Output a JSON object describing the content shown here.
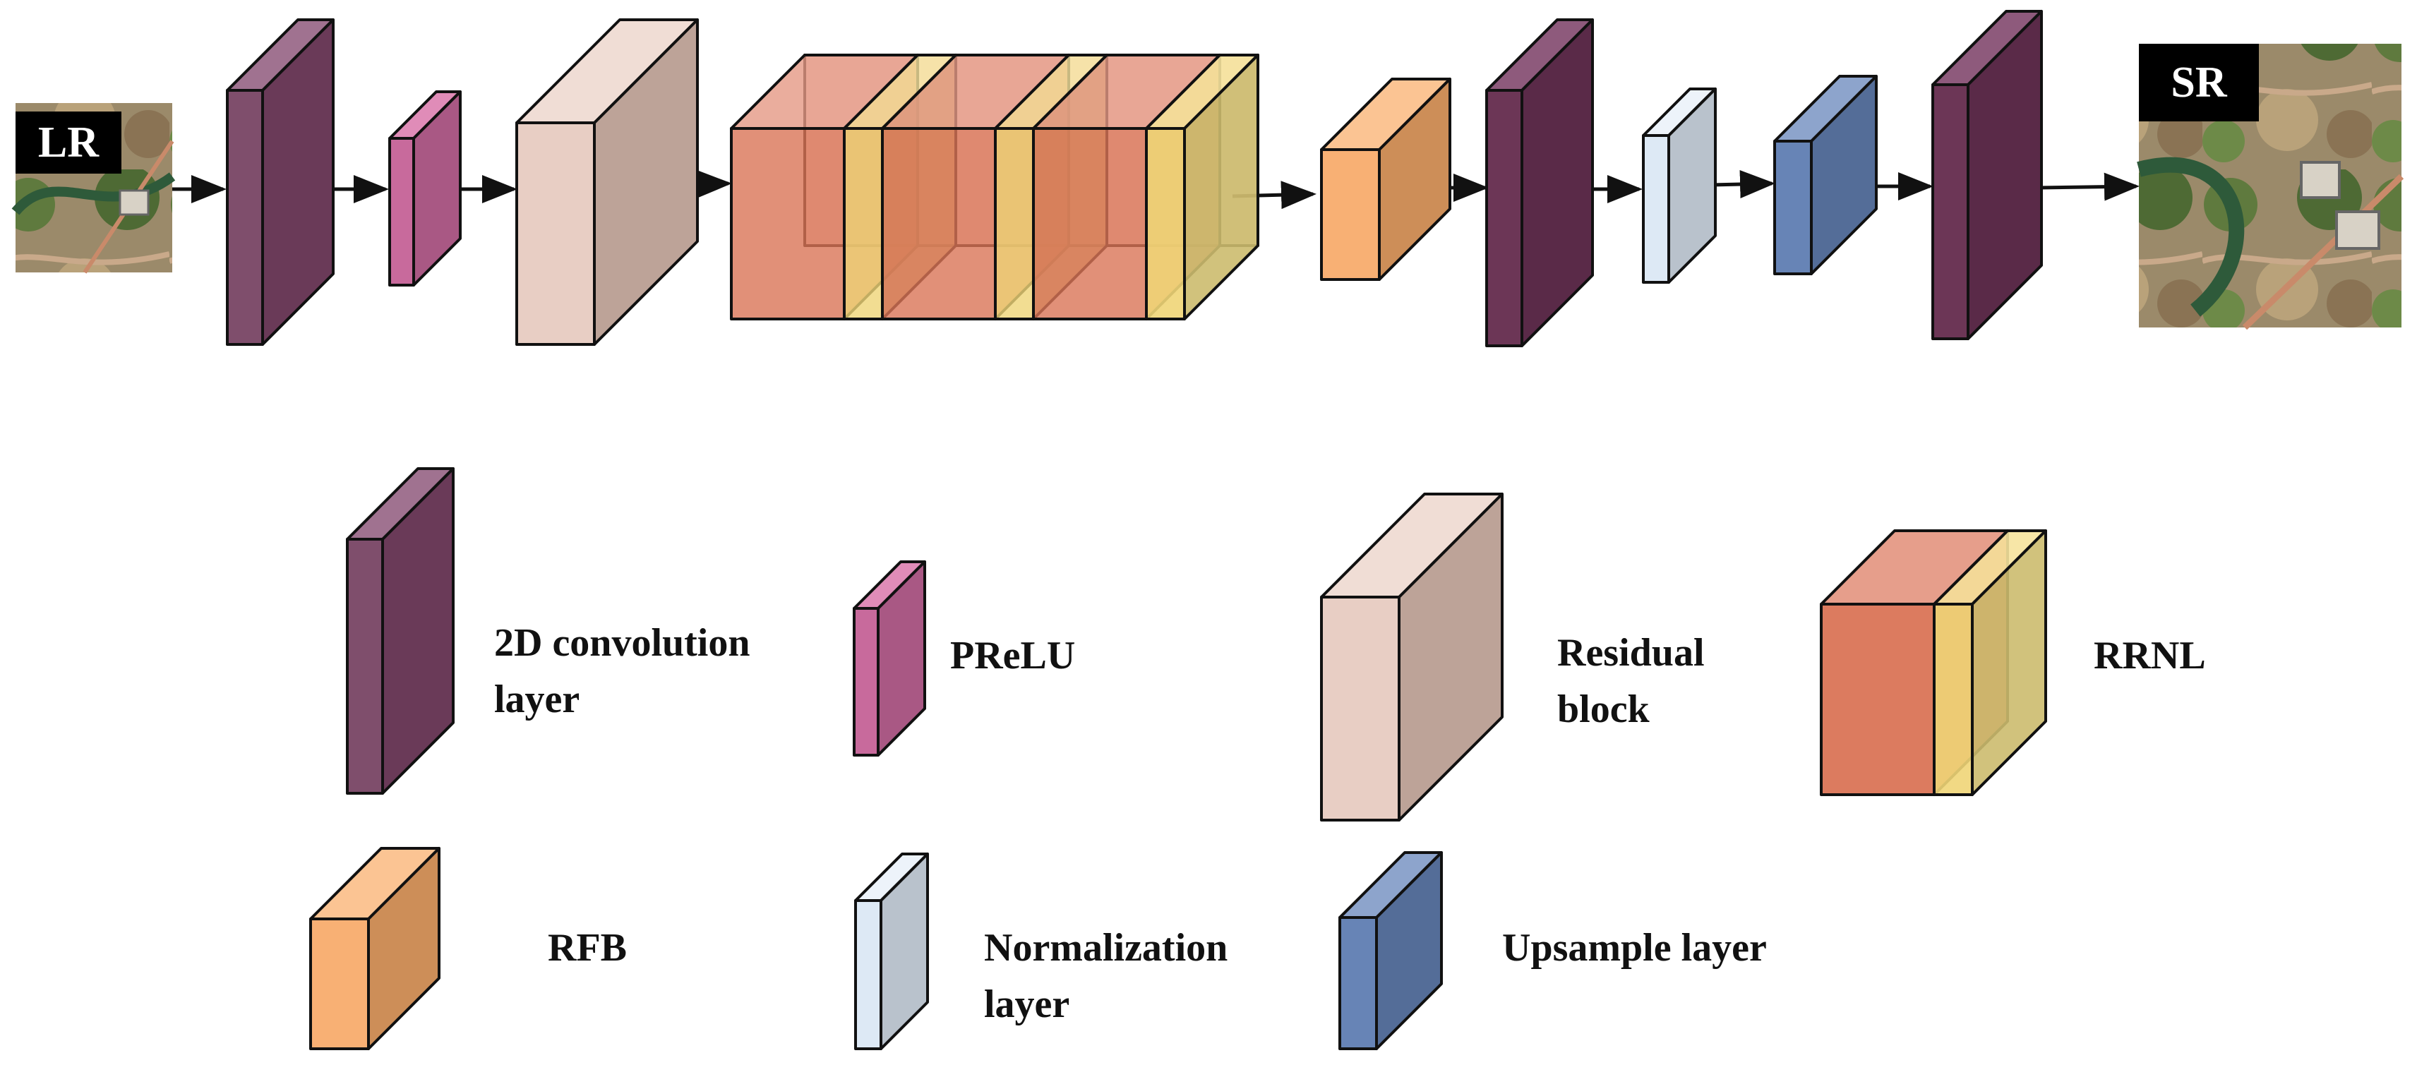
{
  "images": {
    "input_tag": "LR",
    "output_tag": "SR"
  },
  "legend": {
    "conv": {
      "line1": "2D convolution",
      "line2": "layer"
    },
    "prelu": {
      "text": "PReLU"
    },
    "residual": {
      "line1": "Residual",
      "line2": "block"
    },
    "rrnl": {
      "text": "RRNL"
    },
    "rfb": {
      "text": "RFB"
    },
    "norm": {
      "line1": "Normalization",
      "line2": "layer"
    },
    "upsample": {
      "text": "Upsample layer"
    }
  },
  "colors": {
    "conv": [
      "#7f4e6c",
      "#a07290",
      "#6a3a58"
    ],
    "conv_dark": [
      "#6c3656",
      "#8e5a7c",
      "#5a2a48"
    ],
    "prelu": [
      "#c86a9c",
      "#e08cb8",
      "#a95884"
    ],
    "residual": [
      "#e8cec4",
      "#f0ddd5",
      "#bda398"
    ],
    "rrnl_orange": [
      "#da7456",
      "#e59985",
      "#cf6b50"
    ],
    "rrnl_yellow": [
      "#efd577",
      "#f6e39d",
      "#ccbb6e"
    ],
    "rfb": [
      "#f8b074",
      "#fbc493",
      "#cd8e58"
    ],
    "norm": [
      "#dde9f5",
      "#edf3fa",
      "#b9c2cc"
    ],
    "upsample": [
      "#6784b6",
      "#8da4cc",
      "#546d98"
    ],
    "arrow": "#111111",
    "tag_bg": "#000000",
    "tag_text": "#ffffff"
  }
}
